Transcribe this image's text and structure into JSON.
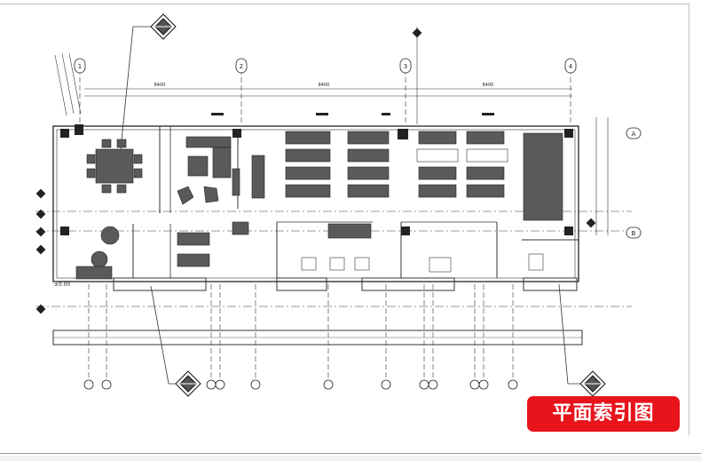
{
  "badge": {
    "label": "平面索引图",
    "color": "#e8141c"
  },
  "plan": {
    "grid_bubbles_top": [
      "1",
      "2",
      "3",
      "4"
    ],
    "grid_bubbles_right": [
      "A",
      "B"
    ],
    "dimension_labels": [
      "8400",
      "8400",
      "8400"
    ],
    "level_mark": "±0.00",
    "line_color": "#333333",
    "furniture_color": "#5a5a5a"
  }
}
